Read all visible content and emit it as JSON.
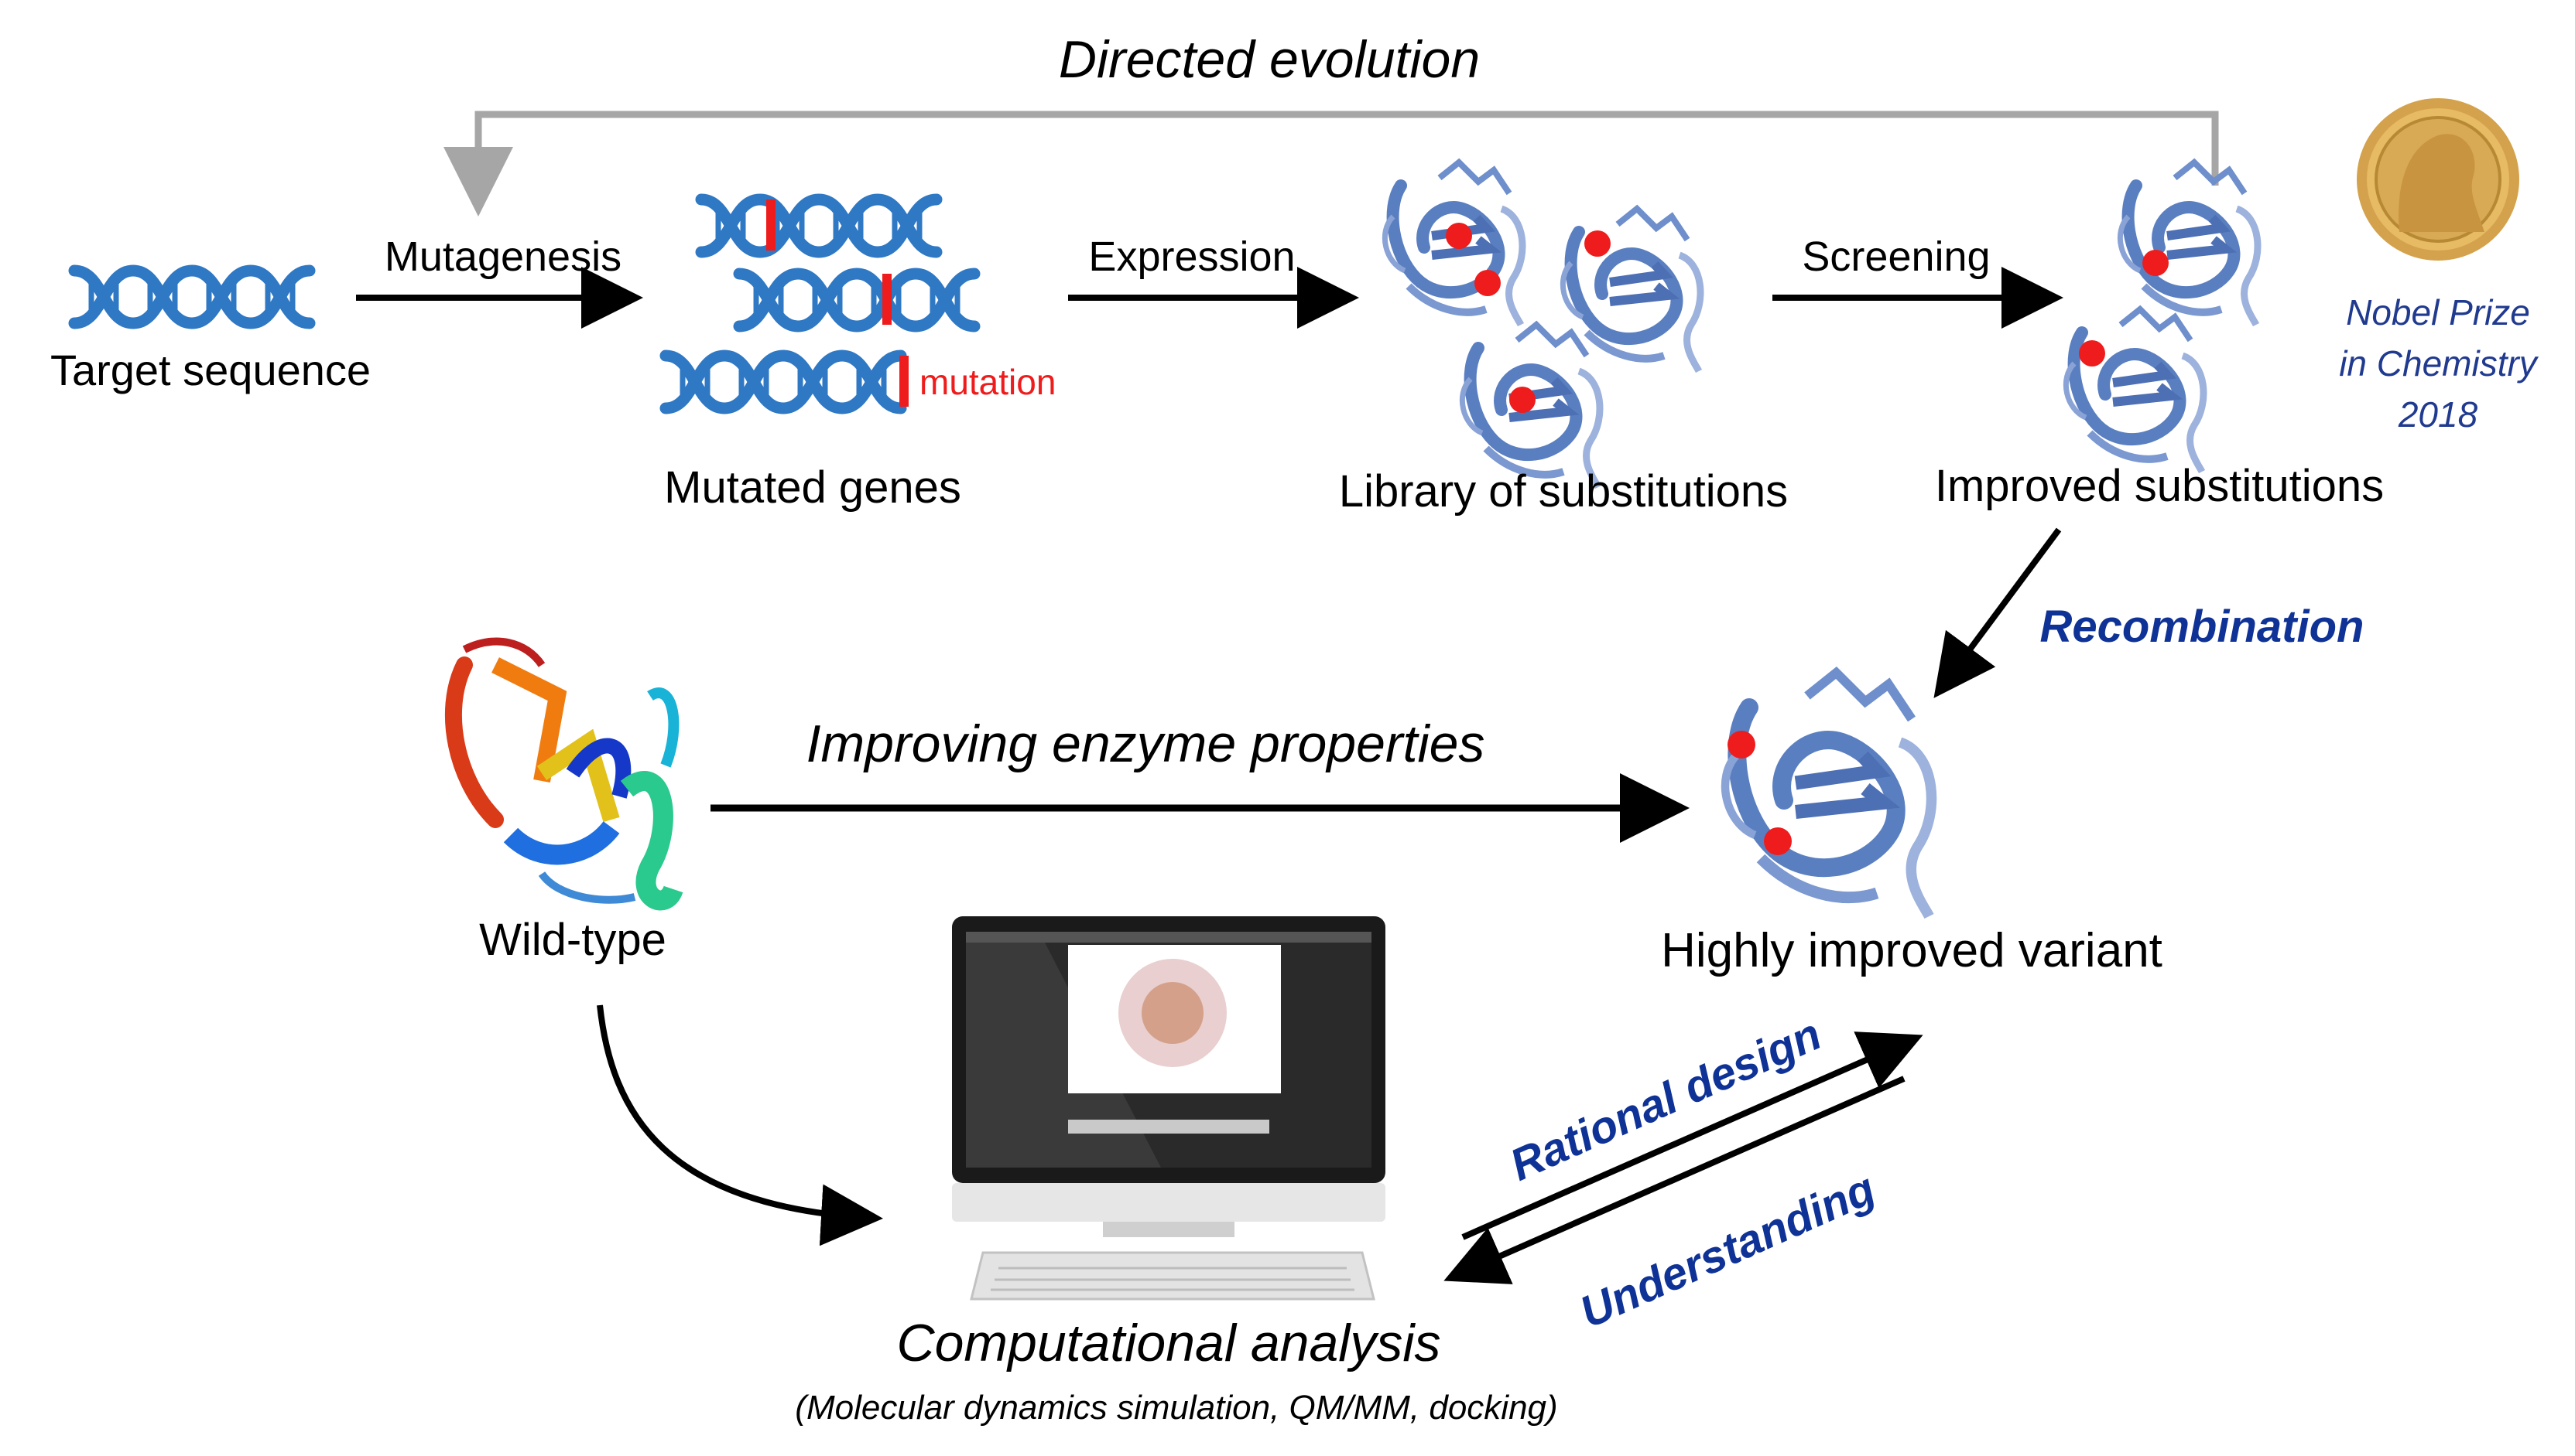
{
  "title": "Directed evolution",
  "steps": {
    "target": "Target sequence",
    "mutagenesis": "Mutagenesis",
    "mutated_genes": "Mutated genes",
    "mutation": "mutation",
    "expression": "Expression",
    "library": "Library of substitutions",
    "screening": "Screening",
    "improved": "Improved substitutions"
  },
  "nobel": {
    "line1": "Nobel Prize",
    "line2": "in Chemistry",
    "line3": "2018"
  },
  "recombination": "Recombination",
  "improving": "Improving enzyme properties",
  "wild_type": "Wild-type",
  "variant": "Highly improved variant",
  "rational_design": "Rational design",
  "understanding": "Understanding",
  "computational": {
    "title": "Computational analysis",
    "subtitle": "(Molecular dynamics simulation, QM/MM, docking)"
  },
  "colors": {
    "dna": "#2f78c4",
    "protein": "#5a7fc0",
    "mutation": "#ee1c1c",
    "accent_text": "#0f3296",
    "loop_arrow": "#a6a6a6",
    "nobel_text": "#203a8f",
    "gold": "#d4a24c"
  },
  "icons": [
    "dna-helix-icon",
    "protein-ribbon-icon",
    "nobel-medal-icon",
    "computer-monitor-icon",
    "keyboard-icon"
  ]
}
